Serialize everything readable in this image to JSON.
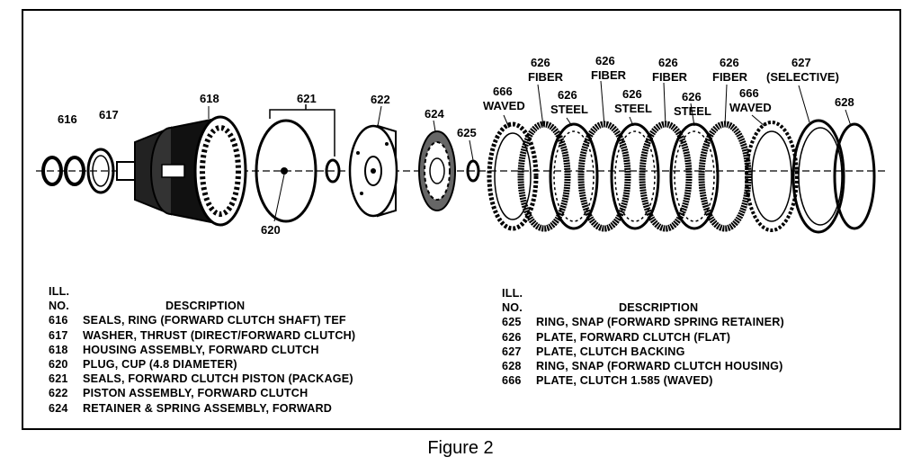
{
  "callouts": {
    "c616": "616",
    "c617": "617",
    "c618": "618",
    "c621": "621",
    "c620": "620",
    "c622": "622",
    "c624": "624",
    "c625": "625",
    "c666a_num": "666",
    "c666a_txt": "WAVED",
    "c626a_num": "626",
    "c626a_txt": "FIBER",
    "c626b_num": "626",
    "c626b_txt": "STEEL",
    "c626c_num": "626",
    "c626c_txt": "FIBER",
    "c626d_num": "626",
    "c626d_txt": "STEEL",
    "c626e_num": "626",
    "c626e_txt": "FIBER",
    "c626f_num": "626",
    "c626f_txt": "STEEL",
    "c626g_num": "626",
    "c626g_txt": "FIBER",
    "c666b_num": "666",
    "c666b_txt": "WAVED",
    "c627_num": "627",
    "c627_txt": "(SELECTIVE)",
    "c628": "628"
  },
  "legend_left": {
    "ill": "ILL.",
    "no": "NO.",
    "description": "DESCRIPTION",
    "rows": [
      {
        "no": "616",
        "desc": "SEALS, RING (FORWARD CLUTCH SHAFT) TEF"
      },
      {
        "no": "617",
        "desc": "WASHER, THRUST (DIRECT/FORWARD CLUTCH)"
      },
      {
        "no": "618",
        "desc": "HOUSING ASSEMBLY, FORWARD CLUTCH"
      },
      {
        "no": "620",
        "desc": "PLUG, CUP (4.8 DIAMETER)"
      },
      {
        "no": "621",
        "desc": "SEALS, FORWARD CLUTCH PISTON (PACKAGE)"
      },
      {
        "no": "622",
        "desc": "PISTON ASSEMBLY, FORWARD CLUTCH"
      },
      {
        "no": "624",
        "desc": "RETAINER & SPRING ASSEMBLY, FORWARD"
      }
    ]
  },
  "legend_right": {
    "ill": "ILL.",
    "no": "NO.",
    "description": "DESCRIPTION",
    "rows": [
      {
        "no": "625",
        "desc": "RING, SNAP (FORWARD SPRING RETAINER)"
      },
      {
        "no": "626",
        "desc": "PLATE, FORWARD CLUTCH (FLAT)"
      },
      {
        "no": "627",
        "desc": "PLATE, CLUTCH BACKING"
      },
      {
        "no": "628",
        "desc": "RING, SNAP (FORWARD CLUTCH HOUSING)"
      },
      {
        "no": "666",
        "desc": "PLATE, CLUTCH 1.585 (WAVED)"
      }
    ]
  },
  "caption": "Figure 2"
}
